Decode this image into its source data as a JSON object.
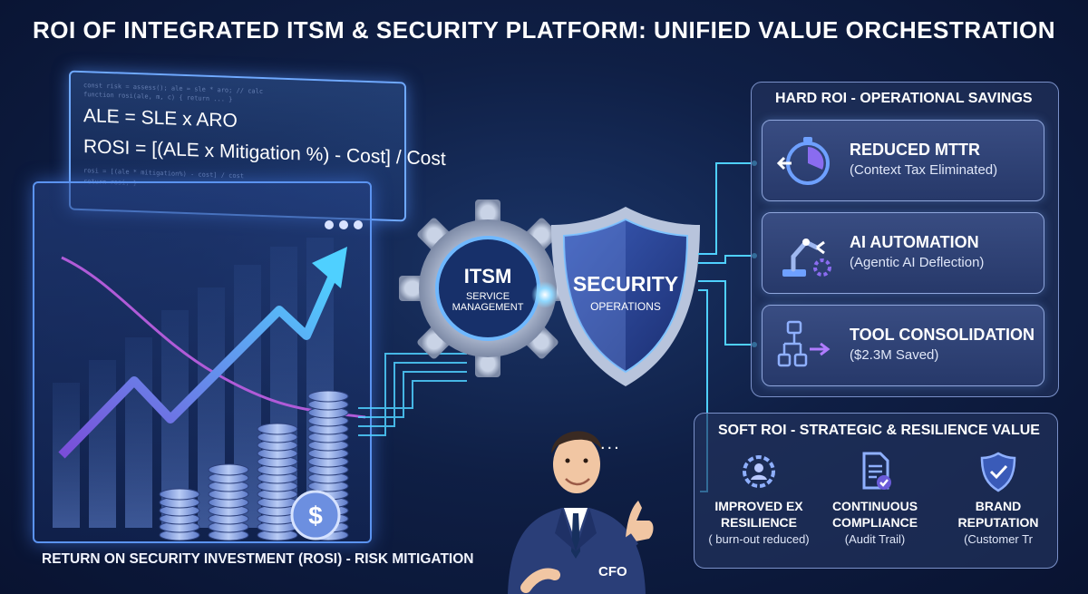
{
  "title": "ROI OF INTEGRATED ITSM & SECURITY PLATFORM: UNIFIED VALUE ORCHESTRATION",
  "formulas": {
    "ale": "ALE = SLE x ARO",
    "rosi": "ROSI = [(ALE x Mitigation %) - Cost] / Cost"
  },
  "core": {
    "itsm_title": "ITSM",
    "itsm_sub1": "SERVICE",
    "itsm_sub2": "MANAGEMENT",
    "security_title": "SECURITY",
    "security_sub": "OPERATIONS"
  },
  "rosi_caption": "RETURN ON SECURITY INVESTMENT (ROSI) - RISK MITIGATION",
  "hard_roi": {
    "heading": "HARD ROI - OPERATIONAL SAVINGS",
    "items": [
      {
        "title": "REDUCED MTTR",
        "subtitle": "(Context Tax Eliminated)",
        "icon": "stopwatch-icon"
      },
      {
        "title": "AI AUTOMATION",
        "subtitle": "(Agentic AI Deflection)",
        "icon": "robot-arm-icon"
      },
      {
        "title": "TOOL CONSOLIDATION",
        "subtitle": "($2.3M Saved)",
        "icon": "flowchart-icon"
      }
    ]
  },
  "soft_roi": {
    "heading": "SOFT ROI - STRATEGIC & RESILIENCE VALUE",
    "items": [
      {
        "title1": "IMPROVED EX",
        "title2": "RESILIENCE",
        "subtitle": "( burn-out reduced)",
        "icon": "gear-person-icon"
      },
      {
        "title1": "CONTINUOUS",
        "title2": "COMPLIANCE",
        "subtitle": "(Audit Trail)",
        "icon": "document-check-icon"
      },
      {
        "title1": "BRAND",
        "title2": "REPUTATION",
        "subtitle": "(Customer Tr",
        "icon": "shield-check-icon"
      }
    ]
  },
  "cfo_label": "CFO",
  "speech_dots": "...",
  "colors": {
    "background": "#0f1f45",
    "accent_blue": "#4aa3ff",
    "glow_cyan": "#5ec8ff",
    "purple_line": "#b05bd8",
    "coin": "#7fa3e8"
  }
}
